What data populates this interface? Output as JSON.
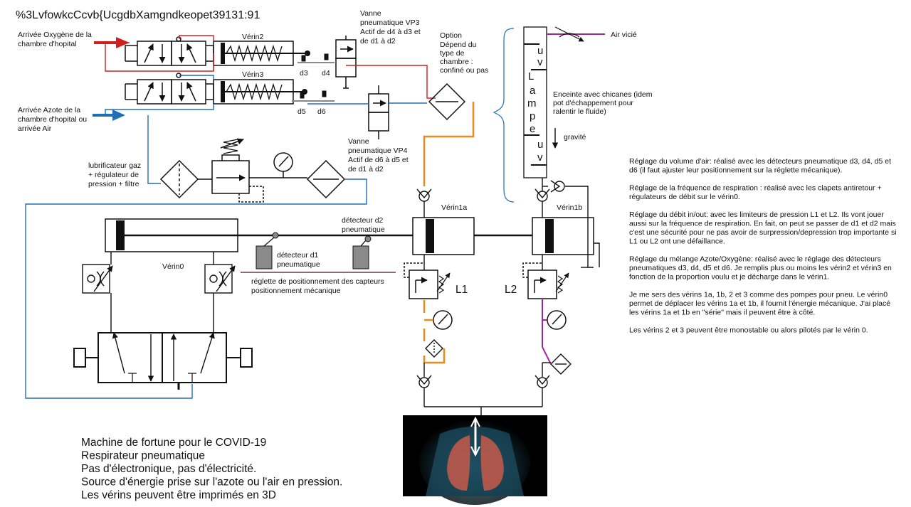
{
  "title": "%3LvfowkcCcvb{UcgdbXamgndkeopet39131:91",
  "colors": {
    "red": "#d0201e",
    "blue": "#1f6fb5",
    "orange": "#e98a1f",
    "purple": "#a0259a",
    "gray": "#7a7a7a",
    "black": "#111111"
  },
  "labels": {
    "oxygen_l1": "Arrivée Oxygène de la",
    "oxygen_l2": "chambre d'hopital",
    "azote_l1": "Arrivée Azote de la",
    "azote_l2": "chambre d'hopital ou",
    "azote_l3": "arrivée Air",
    "verin2": "Vérin2",
    "verin3": "Vérin3",
    "d3": "d3",
    "d4": "d4",
    "d5": "d5",
    "d6": "d6",
    "vp3_l1": "Vanne",
    "vp3_l2": "pneumatique VP3",
    "vp3_l3": "Actif de d4 à d3 et",
    "vp3_l4": "de d1 à d2",
    "vp4_l1": "Vanne",
    "vp4_l2": "pneumatique VP4",
    "vp4_l3": "Actif de d6 à d5 et",
    "vp4_l4": "de d1 à d2",
    "option_l1": "Option",
    "option_l2": "Dépend du",
    "option_l3": "type de",
    "option_l4": "chambre :",
    "option_l5": "confiné ou pas",
    "air_vicie": "Air vicié",
    "lampe_u1": "u",
    "lampe_v1": "v",
    "lampe_L": "L",
    "lampe_a": "a",
    "lampe_m": "m",
    "lampe_p": "p",
    "lampe_e": "e",
    "lampe_u2": "u",
    "lampe_v2": "v",
    "enceinte_l1": "Enceinte avec chicanes (idem",
    "enceinte_l2": "pot d'échappement pour",
    "enceinte_l3": "ralentir le fluide)",
    "gravite": "gravité",
    "lubri_l1": "lubrificateur gaz",
    "lubri_l2": "+ régulateur de",
    "lubri_l3": "pression + filtre",
    "verin1a": "Vérin1a",
    "verin1b": "Vérin1b",
    "verin0": "Vérin0",
    "det_d2_l1": "détecteur d2",
    "det_d2_l2": "pneumatique",
    "det_d1_l1": "détecteur d1",
    "det_d1_l2": "pneumatique",
    "reglette_l1": "réglette de positionnement des capteurs",
    "reglette_l2": "positionnement mécanique",
    "L1": "L1",
    "L2": "L2"
  },
  "notes": [
    [
      "Réglage du volume d'air: réalisé avec les détecteurs pneumatique d3, d4, d5 et",
      "d6 (il faut ajuster leur positionnement sur la réglette mécanique)."
    ],
    [
      "Réglage de la fréquence de respiration : réalisé avec les clapets antiretour +",
      "régulateurs de débit sur le vérin0."
    ],
    [
      "Réglage du débit in/out: avec les limiteurs de pression L1 et L2. Ils vont jouer",
      "aussi sur la fréquence de respiration. En fait, on peut se passer de d1 et d2 mais",
      "c'est une sécurité pour ne pas avoir de surpression/depression trop importante si",
      "L1 ou L2 ont une défaillance."
    ],
    [
      "Réglage du mélange Azote/Oxygène: réalisé avec le réglage des détecteurs",
      "pneumatiques d3, d4, d5 et d6. Je remplis plus ou moins les vérin2 et vérin3 en",
      "fonction de la proportion voulu et je décharge dans le vérin1."
    ],
    [
      "Je me sers des vérins 1a, 1b, 2 et 3 comme des pompes pour pneu. Le vérin0",
      "permet de déplacer les vérins 1a et 1b, il fournit l'énergie mécanique. J'ai placé",
      "les vérins 1a et 1b en \"série\" mais il peuvent être à côté."
    ],
    [
      "Les vérins 2 et 3 peuvent être monostable ou alors pilotés par le vérin 0."
    ]
  ],
  "caption": [
    "Machine de fortune pour le COVID-19",
    "Respirateur pneumatique",
    "Pas d'électronique, pas d'électricité.",
    "Source d'énergie prise sur l'azote ou l'air en pression.",
    "Les vérins peuvent être imprimés en 3D"
  ],
  "icons": [
    "lungs-illustration-icon",
    "pressure-gauge-icon",
    "filter-icon",
    "check-valve-icon",
    "spring-icon",
    "throttle-valve-icon"
  ]
}
